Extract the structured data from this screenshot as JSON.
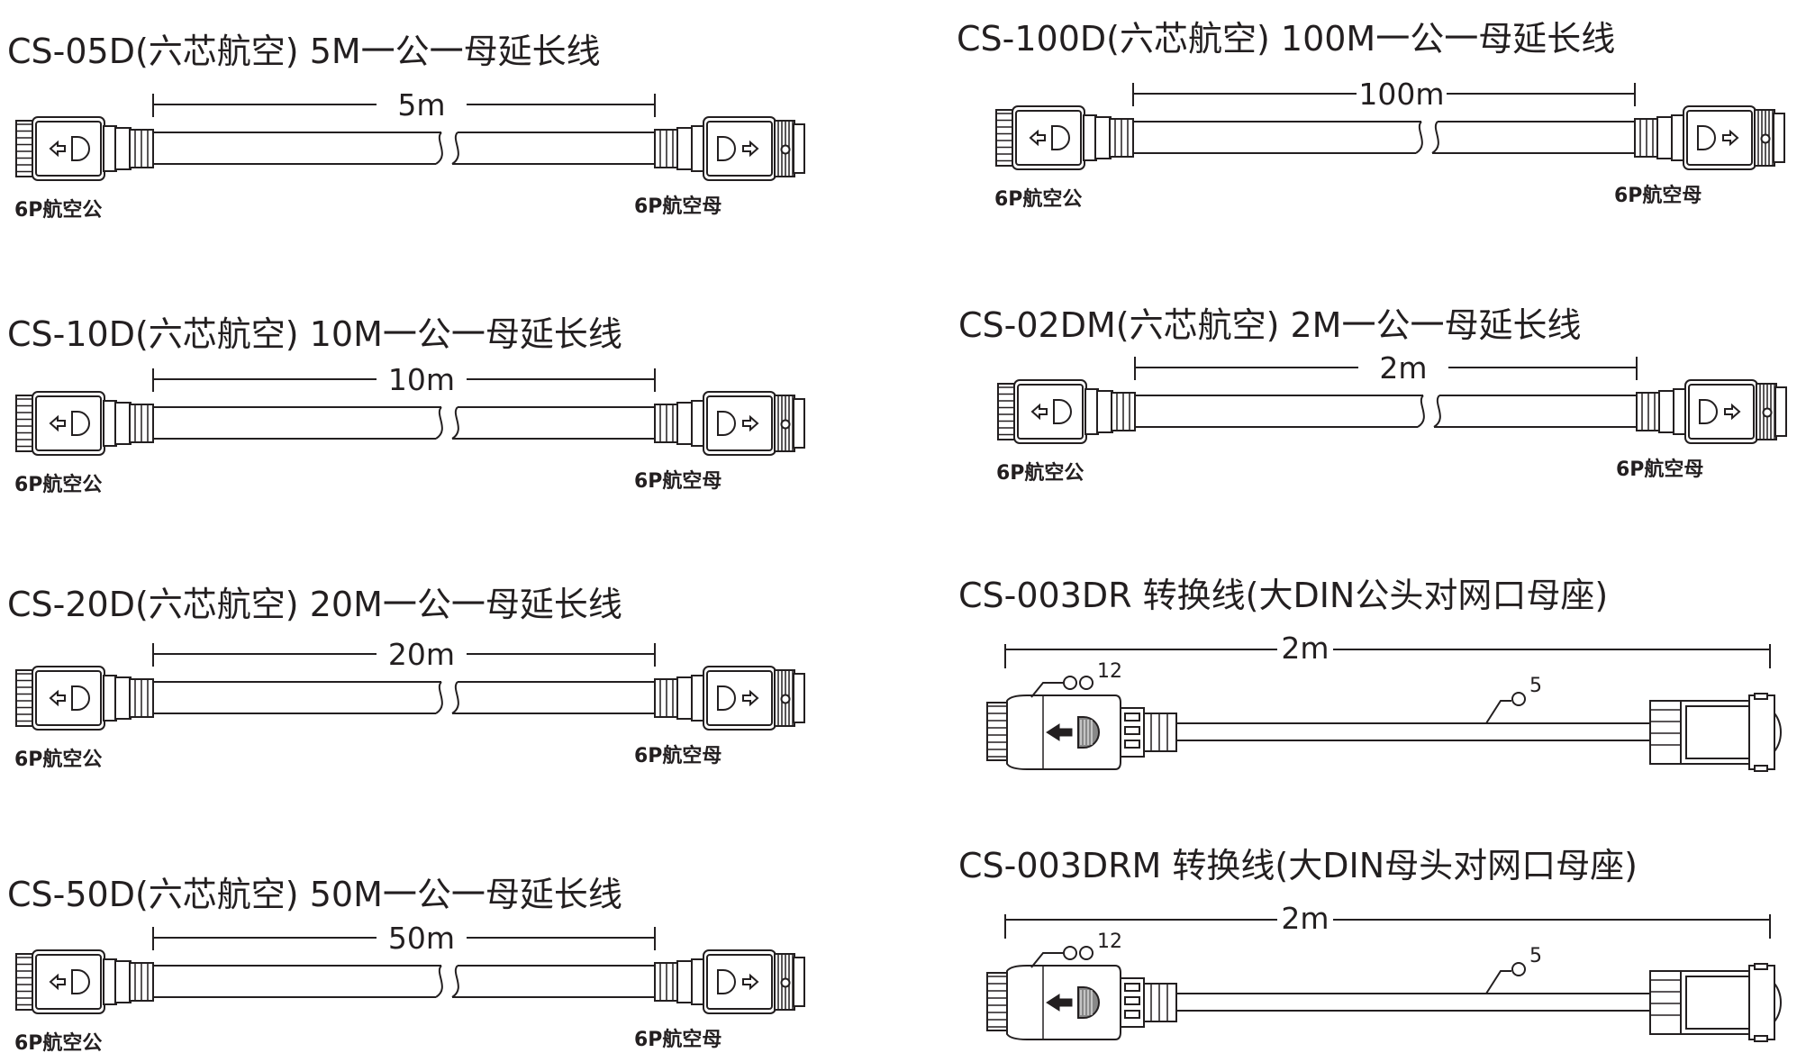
{
  "colors": {
    "line": "#231f20",
    "fill": "#ffffff"
  },
  "extensions": [
    {
      "title": "CS-05D(六芯航空) 5M一公一母延长线",
      "length": "5m",
      "male": "6P航空公",
      "female": "6P航空母"
    },
    {
      "title": "CS-10D(六芯航空) 10M一公一母延长线",
      "length": "10m",
      "male": "6P航空公",
      "female": "6P航空母"
    },
    {
      "title": "CS-20D(六芯航空) 20M一公一母延长线",
      "length": "20m",
      "male": "6P航空公",
      "female": "6P航空母"
    },
    {
      "title": "CS-50D(六芯航空) 50M一公一母延长线",
      "length": "50m",
      "male": "6P航空公",
      "female": "6P航空母"
    },
    {
      "title": "CS-100D(六芯航空) 100M一公一母延长线",
      "length": "100m",
      "male": "6P航空公",
      "female": "6P航空母"
    },
    {
      "title": "CS-02DM(六芯航空) 2M一公一母延长线",
      "length": "2m",
      "male": "6P航空公",
      "female": "6P航空母"
    }
  ],
  "converters": [
    {
      "title": "CS-003DR  转换线(大DIN公头对网口母座)",
      "length": "2m",
      "callout_a": "12",
      "callout_b": "5"
    },
    {
      "title": "CS-003DRM  转换线(大DIN母头对网口母座)",
      "length": "2m",
      "callout_a": "12",
      "callout_b": "5"
    }
  ]
}
